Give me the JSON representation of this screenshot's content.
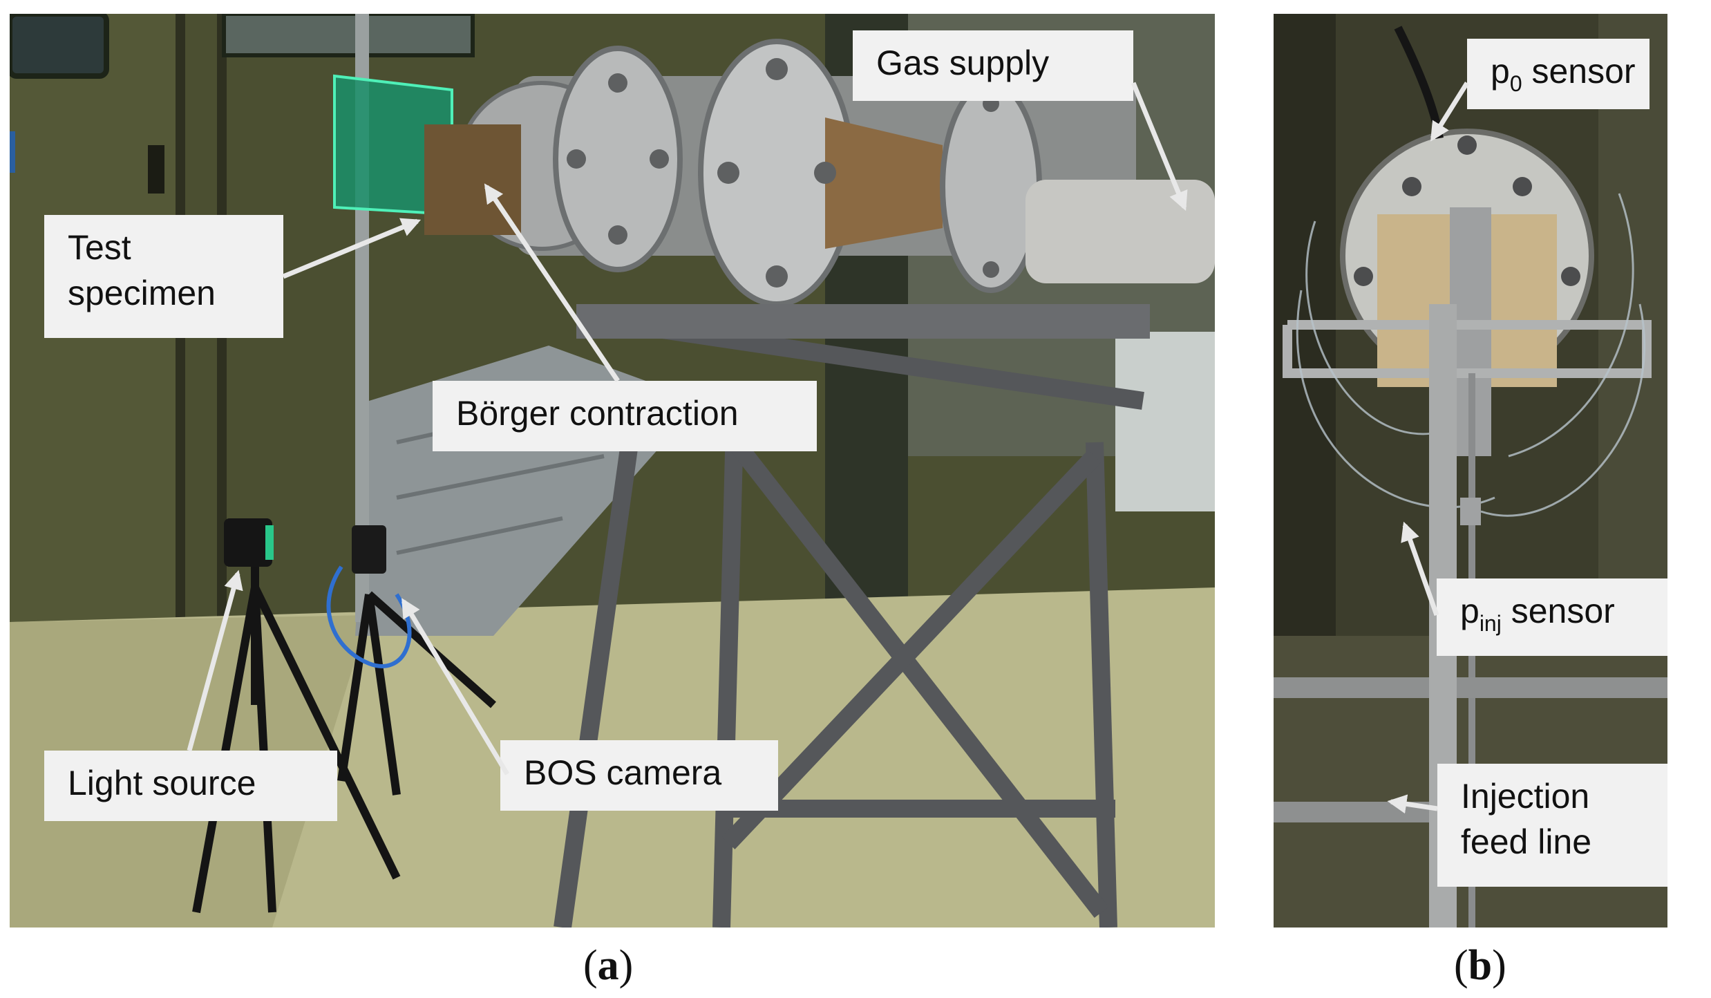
{
  "panel_a": {
    "labels": {
      "gas_supply": "Gas supply",
      "test_specimen_line1": "Test",
      "test_specimen_line2": "specimen",
      "borger_contraction": "Börger contraction",
      "light_source": "Light source",
      "bos_camera": "BOS camera"
    },
    "caption": {
      "open": "(",
      "letter": "a",
      "close": ")"
    }
  },
  "panel_b": {
    "labels": {
      "p0_base": "p",
      "p0_sub": "0",
      "p0_rest": " sensor",
      "pinj_base": "p",
      "pinj_sub": "inj",
      "pinj_rest": " sensor",
      "injection_line1": "Injection",
      "injection_line2": "feed line"
    },
    "caption": {
      "open": "(",
      "letter": "b",
      "close": ")"
    }
  }
}
